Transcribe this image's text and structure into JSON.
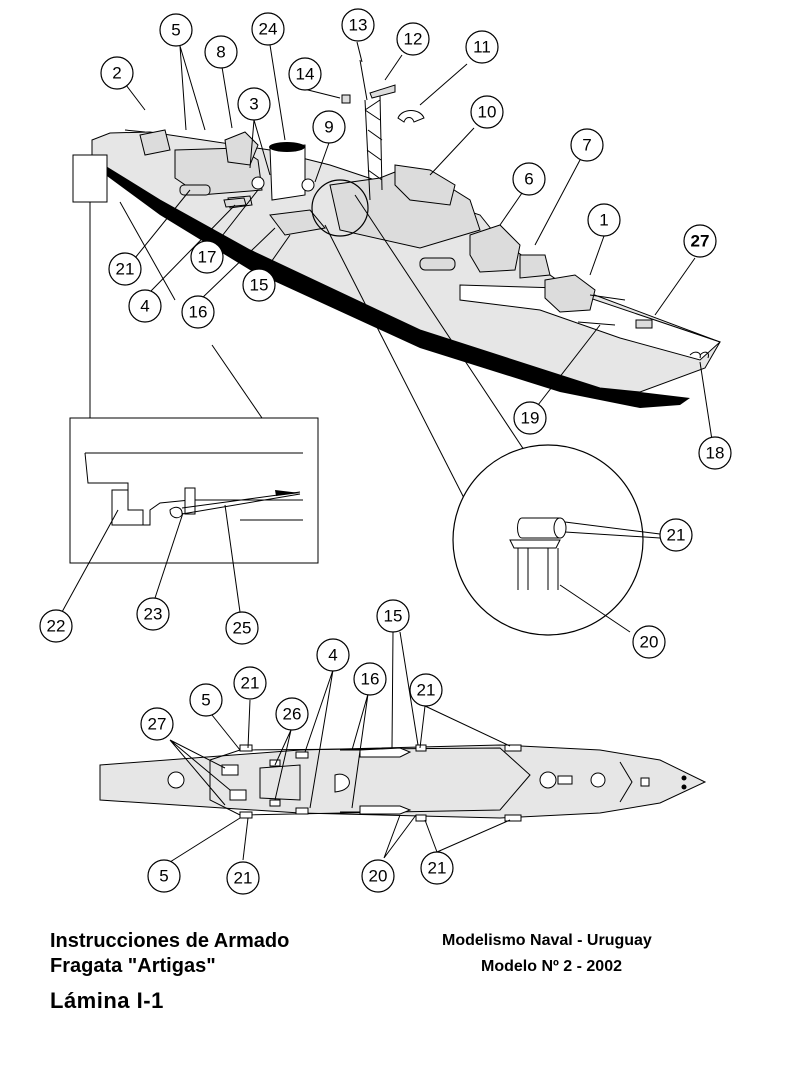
{
  "sheet": {
    "title_line1": "Instrucciones de Armado",
    "title_line2": "Fragata \"Artigas\"",
    "plate": "Lámina I-1",
    "publisher": "Modelismo Naval - Uruguay",
    "model": "Modelo Nº 2 - 2002"
  },
  "callouts": {
    "side": {
      "c1": "1",
      "c2": "2",
      "c3": "3",
      "c4": "4",
      "c5": "5",
      "c6": "6",
      "c7": "7",
      "c8": "8",
      "c9": "9",
      "c10": "10",
      "c11": "11",
      "c12": "12",
      "c13": "13",
      "c14": "14",
      "c15": "15",
      "c16": "16",
      "c17": "17",
      "c18": "18",
      "c19": "19",
      "c21": "21",
      "c24": "24",
      "c27": "27"
    },
    "detail_stern": {
      "c22": "22",
      "c23": "23",
      "c25": "25"
    },
    "detail_circle": {
      "c20": "20",
      "c21": "21"
    },
    "plan": {
      "c15": "15",
      "c4": "4",
      "c16": "16",
      "c21a": "21",
      "c26": "26",
      "c5a": "5",
      "c27": "27",
      "c21b": "21",
      "c5b": "5",
      "c21c": "21",
      "c20": "20",
      "c21d": "21"
    }
  }
}
